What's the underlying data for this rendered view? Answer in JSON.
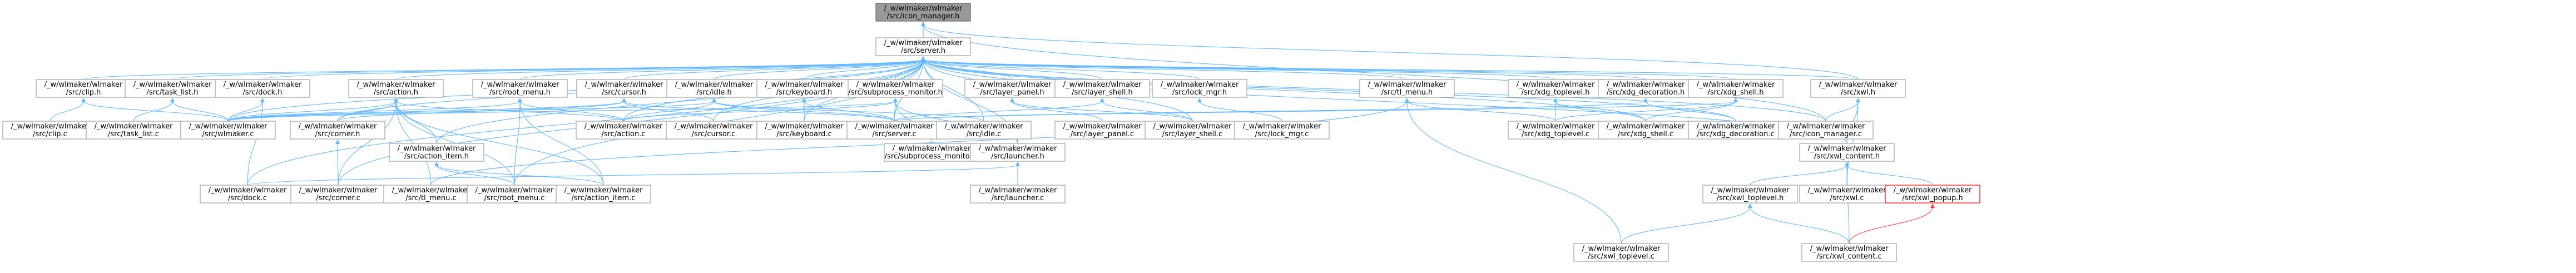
{
  "nodes": {
    "icon_manager_h": [
      "/_w/wlmaker/wlmaker",
      "/src/icon_manager.h"
    ],
    "server_h": [
      "/_w/wlmaker/wlmaker",
      "/src/server.h"
    ],
    "clip_h": [
      "/_w/wlmaker/wlmaker",
      "/src/clip.h"
    ],
    "task_list_h": [
      "/_w/wlmaker/wlmaker",
      "/src/task_list.h"
    ],
    "dock_h": [
      "/_w/wlmaker/wlmaker",
      "/src/dock.h"
    ],
    "action_h": [
      "/_w/wlmaker/wlmaker",
      "/src/action.h"
    ],
    "root_menu_h": [
      "/_w/wlmaker/wlmaker",
      "/src/root_menu.h"
    ],
    "cursor_h": [
      "/_w/wlmaker/wlmaker",
      "/src/cursor.h"
    ],
    "idle_h": [
      "/_w/wlmaker/wlmaker",
      "/src/idle.h"
    ],
    "keyboard_h": [
      "/_w/wlmaker/wlmaker",
      "/src/keyboard.h"
    ],
    "subprocess_monitor_h": [
      "/_w/wlmaker/wlmaker",
      "/src/subprocess_monitor.h"
    ],
    "layer_panel_h": [
      "/_w/wlmaker/wlmaker",
      "/src/layer_panel.h"
    ],
    "layer_shell_h": [
      "/_w/wlmaker/wlmaker",
      "/src/layer_shell.h"
    ],
    "lock_mgr_h": [
      "/_w/wlmaker/wlmaker",
      "/src/lock_mgr.h"
    ],
    "tl_menu_h": [
      "/_w/wlmaker/wlmaker",
      "/src/tl_menu.h"
    ],
    "xdg_toplevel_h": [
      "/_w/wlmaker/wlmaker",
      "/src/xdg_toplevel.h"
    ],
    "xdg_decoration_h": [
      "/_w/wlmaker/wlmaker",
      "/src/xdg_decoration.h"
    ],
    "xdg_shell_h": [
      "/_w/wlmaker/wlmaker",
      "/src/xdg_shell.h"
    ],
    "xwl_h": [
      "/_w/wlmaker/wlmaker",
      "/src/xwl.h"
    ],
    "clip_c": [
      "/_w/wlmaker/wlmaker",
      "/src/clip.c"
    ],
    "task_list_c": [
      "/_w/wlmaker/wlmaker",
      "/src/task_list.c"
    ],
    "wlmaker_c": [
      "/_w/wlmaker/wlmaker",
      "/src/wlmaker.c"
    ],
    "corner_h": [
      "/_w/wlmaker/wlmaker",
      "/src/corner.h"
    ],
    "action_item_h": [
      "/_w/wlmaker/wlmaker",
      "/src/action_item.h"
    ],
    "action_c": [
      "/_w/wlmaker/wlmaker",
      "/src/action.c"
    ],
    "cursor_c": [
      "/_w/wlmaker/wlmaker",
      "/src/cursor.c"
    ],
    "keyboard_c": [
      "/_w/wlmaker/wlmaker",
      "/src/keyboard.c"
    ],
    "server_c": [
      "/_w/wlmaker/wlmaker",
      "/src/server.c"
    ],
    "idle_c": [
      "/_w/wlmaker/wlmaker",
      "/src/idle.c"
    ],
    "subprocess_monitor_c": [
      "/_w/wlmaker/wlmaker",
      "/src/subprocess_monitor.c"
    ],
    "launcher_h": [
      "/_w/wlmaker/wlmaker",
      "/src/launcher.h"
    ],
    "layer_panel_c": [
      "/_w/wlmaker/wlmaker",
      "/src/layer_panel.c"
    ],
    "layer_shell_c": [
      "/_w/wlmaker/wlmaker",
      "/src/layer_shell.c"
    ],
    "lock_mgr_c": [
      "/_w/wlmaker/wlmaker",
      "/src/lock_mgr.c"
    ],
    "xdg_toplevel_c": [
      "/_w/wlmaker/wlmaker",
      "/src/xdg_toplevel.c"
    ],
    "xdg_shell_c": [
      "/_w/wlmaker/wlmaker",
      "/src/xdg_shell.c"
    ],
    "xdg_decoration_c": [
      "/_w/wlmaker/wlmaker",
      "/src/xdg_decoration.c"
    ],
    "icon_manager_c": [
      "/_w/wlmaker/wlmaker",
      "/src/icon_manager.c"
    ],
    "xwl_content_h": [
      "/_w/wlmaker/wlmaker",
      "/src/xwl_content.h"
    ],
    "dock_c": [
      "/_w/wlmaker/wlmaker",
      "/src/dock.c"
    ],
    "corner_c": [
      "/_w/wlmaker/wlmaker",
      "/src/corner.c"
    ],
    "tl_menu_c": [
      "/_w/wlmaker/wlmaker",
      "/src/tl_menu.c"
    ],
    "root_menu_c": [
      "/_w/wlmaker/wlmaker",
      "/src/root_menu.c"
    ],
    "action_item_c": [
      "/_w/wlmaker/wlmaker",
      "/src/action_item.c"
    ],
    "launcher_c": [
      "/_w/wlmaker/wlmaker",
      "/src/launcher.c"
    ],
    "xwl_toplevel_h": [
      "/_w/wlmaker/wlmaker",
      "/src/xwl_toplevel.h"
    ],
    "xwl_c": [
      "/_w/wlmaker/wlmaker",
      "/src/xwl.c"
    ],
    "xwl_popup_h": [
      "/_w/wlmaker/wlmaker",
      "/src/xwl_popup.h"
    ],
    "xwl_toplevel_c": [
      "/_w/wlmaker/wlmaker",
      "/src/xwl_toplevel.c"
    ],
    "xwl_content_c": [
      "/_w/wlmaker/wlmaker",
      "/src/xwl_content.c"
    ]
  },
  "edges": [
    [
      "server_h",
      "icon_manager_h"
    ],
    [
      "icon_manager_c",
      "icon_manager_h"
    ],
    [
      "xwl_h",
      "icon_manager_h"
    ],
    [
      "clip_h",
      "server_h"
    ],
    [
      "task_list_h",
      "server_h"
    ],
    [
      "dock_h",
      "server_h"
    ],
    [
      "action_h",
      "server_h"
    ],
    [
      "root_menu_h",
      "server_h"
    ],
    [
      "cursor_h",
      "server_h"
    ],
    [
      "idle_h",
      "server_h"
    ],
    [
      "keyboard_h",
      "server_h"
    ],
    [
      "subprocess_monitor_h",
      "server_h"
    ],
    [
      "layer_panel_h",
      "server_h"
    ],
    [
      "layer_shell_h",
      "server_h"
    ],
    [
      "lock_mgr_h",
      "server_h"
    ],
    [
      "tl_menu_h",
      "server_h"
    ],
    [
      "xdg_toplevel_h",
      "server_h"
    ],
    [
      "xdg_decoration_h",
      "server_h"
    ],
    [
      "xdg_shell_h",
      "server_h"
    ],
    [
      "xwl_h",
      "server_h"
    ],
    [
      "wlmaker_c",
      "server_h"
    ],
    [
      "corner_h",
      "server_h"
    ],
    [
      "action_c",
      "server_h"
    ],
    [
      "cursor_c",
      "server_h"
    ],
    [
      "keyboard_c",
      "server_h"
    ],
    [
      "server_c",
      "server_h"
    ],
    [
      "idle_c",
      "server_h"
    ],
    [
      "launcher_h",
      "server_h"
    ],
    [
      "xwl_content_h",
      "server_h"
    ],
    [
      "icon_manager_c",
      "server_h"
    ],
    [
      "corner_c",
      "server_h"
    ],
    [
      "dock_c",
      "server_h"
    ],
    [
      "root_menu_c",
      "server_h"
    ],
    [
      "action_item_h",
      "server_h"
    ],
    [
      "xdg_shell_c",
      "server_h"
    ],
    [
      "xdg_decoration_c",
      "server_h"
    ],
    [
      "layer_shell_c",
      "server_h"
    ],
    [
      "clip_c",
      "clip_h"
    ],
    [
      "wlmaker_c",
      "clip_h"
    ],
    [
      "task_list_c",
      "task_list_h"
    ],
    [
      "wlmaker_c",
      "task_list_h"
    ],
    [
      "dock_c",
      "dock_h"
    ],
    [
      "wlmaker_c",
      "dock_h"
    ],
    [
      "action_c",
      "action_h"
    ],
    [
      "action_item_h",
      "action_h"
    ],
    [
      "corner_h",
      "action_h"
    ],
    [
      "wlmaker_c",
      "action_h"
    ],
    [
      "corner_c",
      "action_h"
    ],
    [
      "tl_menu_c",
      "action_h"
    ],
    [
      "root_menu_c",
      "action_h"
    ],
    [
      "action_item_c",
      "action_h"
    ],
    [
      "root_menu_c",
      "root_menu_h"
    ],
    [
      "wlmaker_c",
      "root_menu_h"
    ],
    [
      "action_c",
      "root_menu_h"
    ],
    [
      "action_item_c",
      "root_menu_h"
    ],
    [
      "cursor_c",
      "cursor_h"
    ],
    [
      "corner_h",
      "cursor_h"
    ],
    [
      "server_c",
      "cursor_h"
    ],
    [
      "wlmaker_c",
      "cursor_h"
    ],
    [
      "idle_c",
      "idle_h"
    ],
    [
      "server_c",
      "idle_h"
    ],
    [
      "wlmaker_c",
      "idle_h"
    ],
    [
      "action_c",
      "idle_h"
    ],
    [
      "keyboard_c",
      "keyboard_h"
    ],
    [
      "server_c",
      "keyboard_h"
    ],
    [
      "subprocess_monitor_c",
      "subprocess_monitor_h"
    ],
    [
      "launcher_h",
      "subprocess_monitor_h"
    ],
    [
      "server_c",
      "subprocess_monitor_h"
    ],
    [
      "wlmaker_c",
      "subprocess_monitor_h"
    ],
    [
      "action_c",
      "subprocess_monitor_h"
    ],
    [
      "layer_panel_c",
      "layer_panel_h"
    ],
    [
      "layer_shell_c",
      "layer_panel_h"
    ],
    [
      "layer_shell_c",
      "layer_shell_h"
    ],
    [
      "server_c",
      "layer_shell_h"
    ],
    [
      "lock_mgr_c",
      "lock_mgr_h"
    ],
    [
      "tl_menu_c",
      "tl_menu_h"
    ],
    [
      "xdg_toplevel_c",
      "tl_menu_h"
    ],
    [
      "xwl_toplevel_c",
      "tl_menu_h"
    ],
    [
      "xdg_toplevel_c",
      "xdg_toplevel_h"
    ],
    [
      "xdg_shell_c",
      "xdg_toplevel_h"
    ],
    [
      "xdg_decoration_c",
      "xdg_decoration_h"
    ],
    [
      "server_c",
      "xdg_decoration_h"
    ],
    [
      "xdg_shell_c",
      "xdg_shell_h"
    ],
    [
      "xdg_toplevel_c",
      "xdg_shell_h"
    ],
    [
      "server_c",
      "xdg_shell_h"
    ],
    [
      "xwl_content_h",
      "xwl_h"
    ],
    [
      "xwl_c",
      "xwl_h"
    ],
    [
      "icon_manager_c",
      "xwl_h"
    ],
    [
      "corner_c",
      "corner_h"
    ],
    [
      "launcher_c",
      "launcher_h"
    ],
    [
      "dock_c",
      "launcher_h"
    ],
    [
      "action_item_c",
      "action_item_h"
    ],
    [
      "root_menu_c",
      "action_item_h"
    ],
    [
      "xwl_toplevel_h",
      "xwl_content_h"
    ],
    [
      "xwl_c",
      "xwl_content_h"
    ],
    [
      "xwl_content_c",
      "xwl_content_h"
    ],
    [
      "xwl_popup_h",
      "xwl_content_h"
    ],
    [
      "xwl_toplevel_c",
      "xwl_toplevel_h"
    ],
    [
      "xwl_content_c",
      "xwl_toplevel_h"
    ],
    [
      "xwl_content_c",
      "xwl_popup_h",
      "red"
    ]
  ]
}
